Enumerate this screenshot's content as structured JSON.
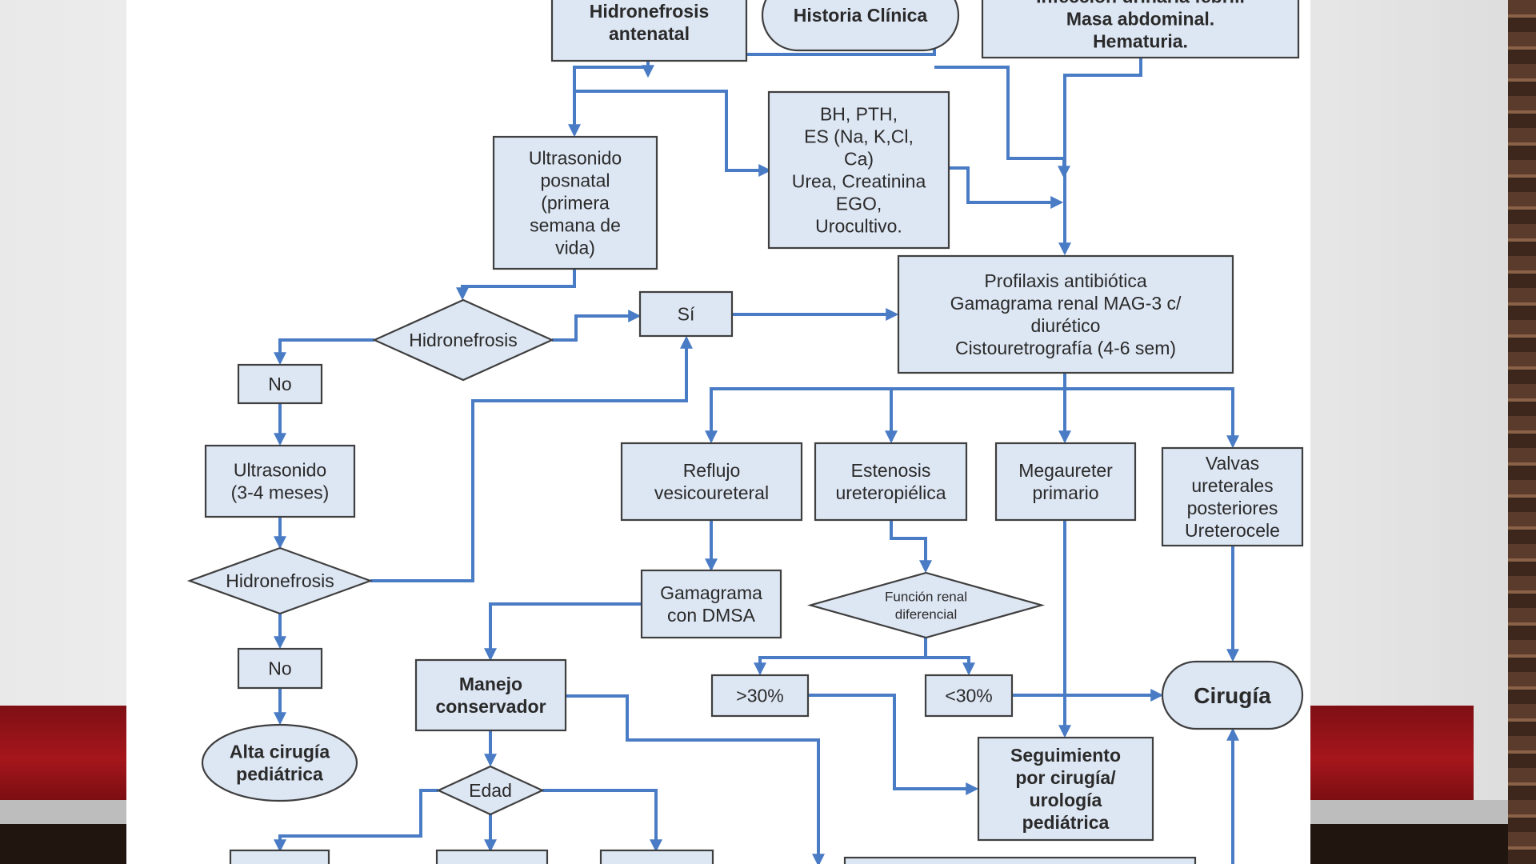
{
  "nodes": [
    {
      "id": "hidronefrosis-antenatal",
      "lines": [
        "Hidronefrosis",
        "antenatal"
      ],
      "bold": true
    },
    {
      "id": "historia-clinica",
      "lines": [
        "Historia Clínica"
      ],
      "bold": true
    },
    {
      "id": "masa-abdominal",
      "lines": [
        "Infección urinaria febril.",
        "Masa abdominal.",
        "Hematuria."
      ],
      "bold": true
    },
    {
      "id": "laboratorios",
      "lines": [
        "BH, PTH,",
        "ES (Na, K,Cl,",
        "Ca)",
        "Urea, Creatinina",
        "EGO,",
        "Urocultivo."
      ]
    },
    {
      "id": "ultrasonido-posnatal",
      "lines": [
        "Ultrasonido",
        "posnatal",
        "(primera",
        "semana de",
        "vida)"
      ]
    },
    {
      "id": "profilaxis",
      "lines": [
        "Profilaxis antibiótica",
        "Gamagrama renal MAG-3 c/",
        "diurético",
        "Cistouretrografía (4-6 sem)"
      ]
    },
    {
      "id": "hidronefrosis-1",
      "lines": [
        "Hidronefrosis"
      ]
    },
    {
      "id": "si",
      "lines": [
        "Sí"
      ]
    },
    {
      "id": "no-1",
      "lines": [
        "No"
      ]
    },
    {
      "id": "ultrasonido-3-4",
      "lines": [
        "Ultrasonido",
        "(3-4 meses)"
      ]
    },
    {
      "id": "reflujo",
      "lines": [
        "Reflujo",
        "vesicoureteral"
      ]
    },
    {
      "id": "estenosis",
      "lines": [
        "Estenosis",
        "ureteropiélica"
      ]
    },
    {
      "id": "megaureter",
      "lines": [
        "Megaureter",
        "primario"
      ]
    },
    {
      "id": "valvas",
      "lines": [
        "Valvas",
        "ureterales",
        "posteriores",
        "Ureterocele"
      ]
    },
    {
      "id": "hidronefrosis-2",
      "lines": [
        "Hidronefrosis"
      ]
    },
    {
      "id": "gamagrama-dmsa",
      "lines": [
        "Gamagrama",
        "con DMSA"
      ]
    },
    {
      "id": "funcion-renal",
      "lines": [
        "Función renal",
        "diferencial"
      ]
    },
    {
      "id": "no-2",
      "lines": [
        "No"
      ]
    },
    {
      "id": "manejo-conservador",
      "lines": [
        "Manejo",
        "conservador"
      ],
      "bold": true
    },
    {
      "id": "mayor-30",
      "lines": [
        ">30%"
      ]
    },
    {
      "id": "menor-30",
      "lines": [
        "<30%"
      ]
    },
    {
      "id": "cirugia",
      "lines": [
        "Cirugía"
      ],
      "bold": true,
      "big": true
    },
    {
      "id": "alta-cirugia",
      "lines": [
        "Alta cirugía",
        "pediátrica"
      ],
      "bold": true
    },
    {
      "id": "seguimiento",
      "lines": [
        "Seguimiento",
        "por cirugía/",
        "urología",
        "pediátrica"
      ],
      "bold": true
    },
    {
      "id": "edad",
      "lines": [
        "Edad"
      ]
    }
  ],
  "colors": {
    "node_fill": "#dde6f3",
    "node_stroke": "#3f3f3f",
    "connector": "#4a7cc6",
    "banner_red": "#a5161b"
  }
}
